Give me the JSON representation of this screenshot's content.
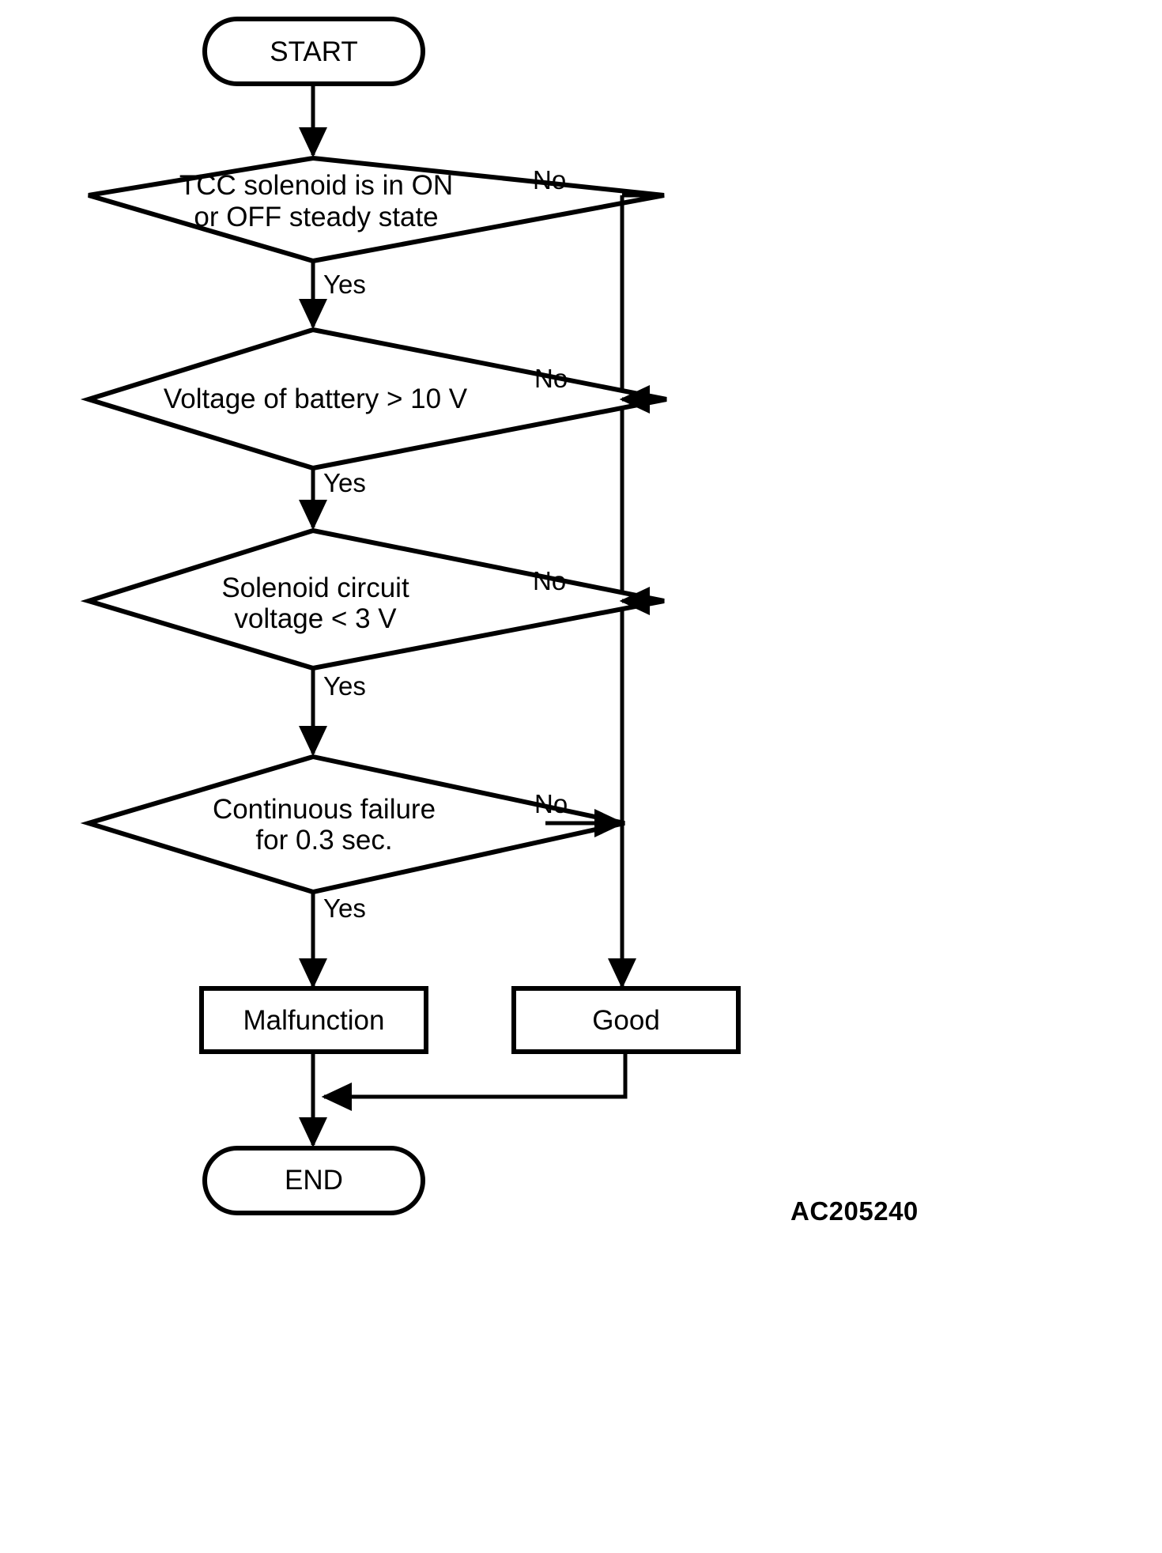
{
  "diagram": {
    "type": "flowchart",
    "title_code": "AC205240",
    "orientation": "vertical",
    "nodes": [
      {
        "id": "start",
        "shape": "terminator",
        "label": "START"
      },
      {
        "id": "d1",
        "shape": "decision",
        "label_line1": "TCC solenoid is in ON",
        "label_line2": "or OFF steady state"
      },
      {
        "id": "d2",
        "shape": "decision",
        "label_line1": "Voltage of battery > 10 V",
        "label_line2": ""
      },
      {
        "id": "d3",
        "shape": "decision",
        "label_line1": "Solenoid circuit",
        "label_line2": "voltage < 3 V"
      },
      {
        "id": "d4",
        "shape": "decision",
        "label_line1": "Continuous failure",
        "label_line2": "for 0.3 sec."
      },
      {
        "id": "malf",
        "shape": "process",
        "label": "Malfunction"
      },
      {
        "id": "good",
        "shape": "process",
        "label": "Good"
      },
      {
        "id": "end",
        "shape": "terminator",
        "label": "END"
      }
    ],
    "edge_labels": {
      "d1_no": "No",
      "d1_yes": "Yes",
      "d2_no": "No",
      "d2_yes": "Yes",
      "d3_no": "No",
      "d3_yes": "Yes",
      "d4_no": "No",
      "d4_yes": "Yes"
    },
    "colors": {
      "stroke": "#000000",
      "fill": "#ffffff",
      "text": "#000000",
      "background": "#ffffff"
    }
  }
}
